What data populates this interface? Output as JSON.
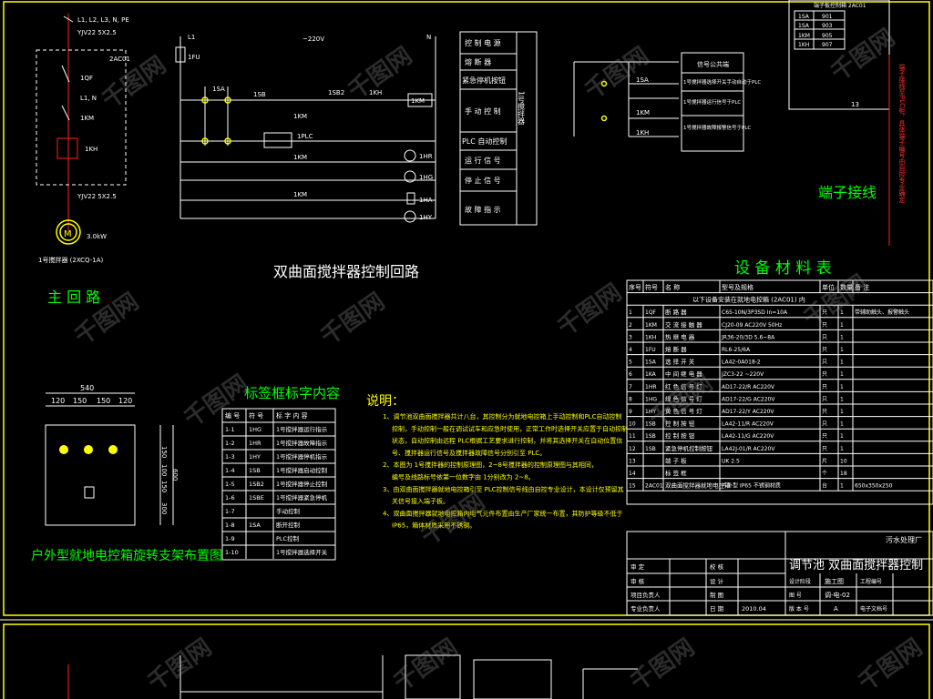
{
  "main_circuit": {
    "title": "主 回 路",
    "top_label": "L1, L2, L3, N, PE",
    "cable_top": "YJV22 5X2.5",
    "box_label": "2AC01",
    "qf": "1QF",
    "phase": "L1, N",
    "km": "1KM",
    "kh": "1KH",
    "cable_bottom": "YJV22 5X2.5",
    "motor": "M",
    "motor_power": "3.0kW",
    "motor_caption": "1号搅拌器 (2XCQ-1A)"
  },
  "control_circuit": {
    "title": "双曲面搅拌器控制回路",
    "voltage": "~220V",
    "fu_labels": [
      "L1",
      "1FU",
      "N"
    ],
    "contacts": [
      "1SA",
      "1SB",
      "1SB2",
      "1KH",
      "1KM",
      "1PLC",
      "1KM",
      "1KM"
    ],
    "lamps": [
      "1HR",
      "1HG",
      "1HA",
      "1HY"
    ]
  },
  "function_table": {
    "rows": [
      "控 制 电 源",
      "熔 断 器",
      "紧急停机按钮",
      "手 动 控 制",
      "PLC 自动控制",
      "运 行 信 号",
      "停 止 信 号",
      "故 障 指 示"
    ],
    "side_label": "1号搅拌器"
  },
  "signal_diagram": {
    "header": "信号公共端",
    "items": [
      "1号搅拌器选择开关手动自动于PLC",
      "1号搅拌器运行信号于PLC",
      "1号搅拌器故障报警信号于PLC"
    ],
    "contact_labels": [
      "1SA",
      "1KM",
      "1KH"
    ]
  },
  "terminal_table": {
    "header": "端子板控制箱 2AC01",
    "rows": [
      [
        "1SA",
        "901"
      ],
      [
        "1SA",
        "903"
      ],
      [
        "1KM",
        "905"
      ],
      [
        "1KH",
        "907"
      ]
    ],
    "footer": "13",
    "title": "端子接线",
    "side_note": "端子接线至PLC柜，具体端子编号由自控专业确定"
  },
  "materials_table": {
    "title": "设 备 材 料 表",
    "headers": [
      "序号",
      "符号",
      "名    称",
      "型号及规格",
      "单位",
      "数量",
      "备   注"
    ],
    "group_row": "以下设备安装在就地电控箱 (2AC01) 内",
    "rows": [
      [
        "1",
        "1QF",
        "断 路 器",
        "C65-10N/3P3SD In=10A",
        "只",
        "1",
        "带辅助触头、报警触头"
      ],
      [
        "2",
        "1KM",
        "交 流 接 触 器",
        "CJ20-09 AC220V 50Hz",
        "只",
        "1",
        ""
      ],
      [
        "3",
        "1KH",
        "热 继 电 器",
        "JR36-20/3D 5.6~8A",
        "只",
        "1",
        ""
      ],
      [
        "4",
        "1FU",
        "熔 断 器",
        "RL6-25/6A",
        "只",
        "1",
        ""
      ],
      [
        "5",
        "1SA",
        "选 择 开 关",
        "LA42-0A018-2",
        "只",
        "1",
        ""
      ],
      [
        "6",
        "1KA",
        "中 间 继 电 器",
        "JZC3-22 ~220V",
        "只",
        "1",
        ""
      ],
      [
        "7",
        "1HR",
        "红 色 信 号 灯",
        "AD17-22/R AC220V",
        "只",
        "1",
        ""
      ],
      [
        "8",
        "1HG",
        "绿 色 信 号 灯",
        "AD17-22/G AC220V",
        "只",
        "1",
        ""
      ],
      [
        "9",
        "1HY",
        "黄 色 信 号 灯",
        "AD17-22/Y AC220V",
        "只",
        "1",
        ""
      ],
      [
        "10",
        "1SB",
        "控 制 按 钮",
        "LA42-11/R AC220V",
        "只",
        "1",
        ""
      ],
      [
        "11",
        "1SB",
        "控 制 按 钮",
        "LA42-11/G AC220V",
        "只",
        "1",
        ""
      ],
      [
        "12",
        "1SB",
        "紧急停机控制按钮",
        "LA42J-01/R AC220V",
        "只",
        "1",
        ""
      ],
      [
        "13",
        "",
        "端 子 板",
        "UK 2.5",
        "片",
        "10",
        ""
      ],
      [
        "14",
        "",
        "标 签 框",
        "",
        "个",
        "18",
        ""
      ],
      [
        "15",
        "2AC01",
        "双曲面搅拌器就地电控箱",
        "户外型 IP65 不锈钢材质",
        "台",
        "1",
        "650x350x250"
      ]
    ]
  },
  "label_table": {
    "title": "标签框标字内容",
    "headers": [
      "编 号",
      "符 号",
      "标 字 内 容"
    ],
    "rows": [
      [
        "1-1",
        "1HG",
        "1号搅拌器运行指示"
      ],
      [
        "1-2",
        "1HR",
        "1号搅拌器故障指示"
      ],
      [
        "1-3",
        "1HY",
        "1号搅拌器停机指示"
      ],
      [
        "1-4",
        "1SB",
        "1号搅拌器启动控制"
      ],
      [
        "1-5",
        "1SB2",
        "1号搅拌器停止控制"
      ],
      [
        "1-6",
        "1SBE",
        "1号搅拌器紧急停机"
      ],
      [
        "1-7",
        "",
        "手动控制"
      ],
      [
        "1-8",
        "1SA",
        "断开控制"
      ],
      [
        "1-9",
        "",
        "PLC控制"
      ],
      [
        "1-10",
        "",
        "1号搅拌器选择开关"
      ]
    ]
  },
  "notes": {
    "title": "说明：",
    "lines": [
      "1、调节池双曲面搅拌器共计八台，其控制分为就地电控箱上手动控制和PLC自动控制",
      "控制，手动控制一般在调试试车和应急时使用，正常工作时选择开关应置于自动控制",
      "状态，自动控制由远程 PLC根据工艺要求进行控制，并将其选择开关在自动位置信",
      "号、搅拌器运行信号及搅拌器故障信号分别引至 PLC。",
      "2、本图为 1号搅拌器的控制原理图，2~8号搅拌器的控制原理图与其相同，",
      "编号及线路标号依第一位数字由 1分别改为 2~8。",
      "3、由双曲面搅拌器就地电控箱引至 PLC控制信号线由自控专业设计，本设计仅预留其",
      "关信号接入端子板。",
      "4、双曲面搅拌器就地电控箱内电气元件布置由生产厂家统一布置，其防护等级不低于",
      "IP65，箱体材质采用不锈钢。"
    ]
  },
  "box_layout": {
    "title": "户外型就地电控箱旋转支架布置图",
    "width_total": "540",
    "widths": [
      "120",
      "150",
      "150",
      "120"
    ],
    "heights": [
      "150",
      "100",
      "150",
      "300"
    ],
    "height_total": "600"
  },
  "title_block": {
    "company": "污水处理厂",
    "drawing_title": "调节池 双曲面搅拌器控制",
    "rows": [
      [
        "审  定",
        "",
        "校  核",
        ""
      ],
      [
        "审  核",
        "",
        "设  计",
        ""
      ],
      [
        "项目负责人",
        "",
        "制  图",
        ""
      ],
      [
        "专业负责人",
        "",
        "日  期",
        "2010.04"
      ]
    ],
    "stage_label": "设计阶段",
    "stage": "施工图",
    "project_no_label": "工程编号",
    "drawing_no_label": "图  号",
    "drawing_no": "调-电-02",
    "version_label": "版 本 号",
    "version": "A",
    "file_label": "电子文档号"
  },
  "watermark": "千图网"
}
